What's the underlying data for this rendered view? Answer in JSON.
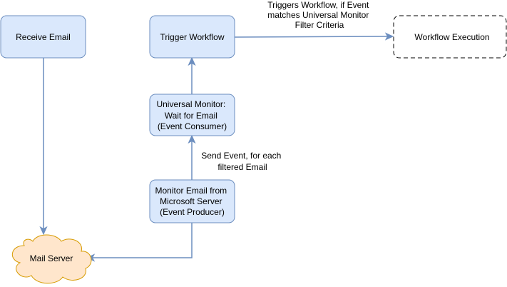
{
  "nodes": {
    "receive_email": {
      "lines": [
        "Receive Email"
      ]
    },
    "trigger_workflow": {
      "lines": [
        "Trigger Workflow"
      ]
    },
    "workflow_execution": {
      "lines": [
        "Workflow Execution"
      ]
    },
    "universal_monitor": {
      "lines": [
        "Universal Monitor:",
        "Wait for Email",
        "(Event Consumer)"
      ]
    },
    "monitor_email": {
      "lines": [
        "Monitor Email from",
        "Microsoft Server",
        "(Event Producer)"
      ]
    },
    "mail_server": {
      "lines": [
        "Mail Server"
      ]
    }
  },
  "edge_labels": {
    "triggers": [
      "Triggers Workflow, if Event",
      "matches Universal Monitor",
      "Filter Criteria"
    ],
    "send_event": [
      "Send Event, for each",
      "filtered Email"
    ]
  },
  "colors": {
    "box_fill": "#dae8fc",
    "box_stroke": "#6c8ebf",
    "cloud_fill": "#ffe6cc",
    "cloud_stroke": "#d79b00",
    "edge": "#6c8ebf"
  }
}
